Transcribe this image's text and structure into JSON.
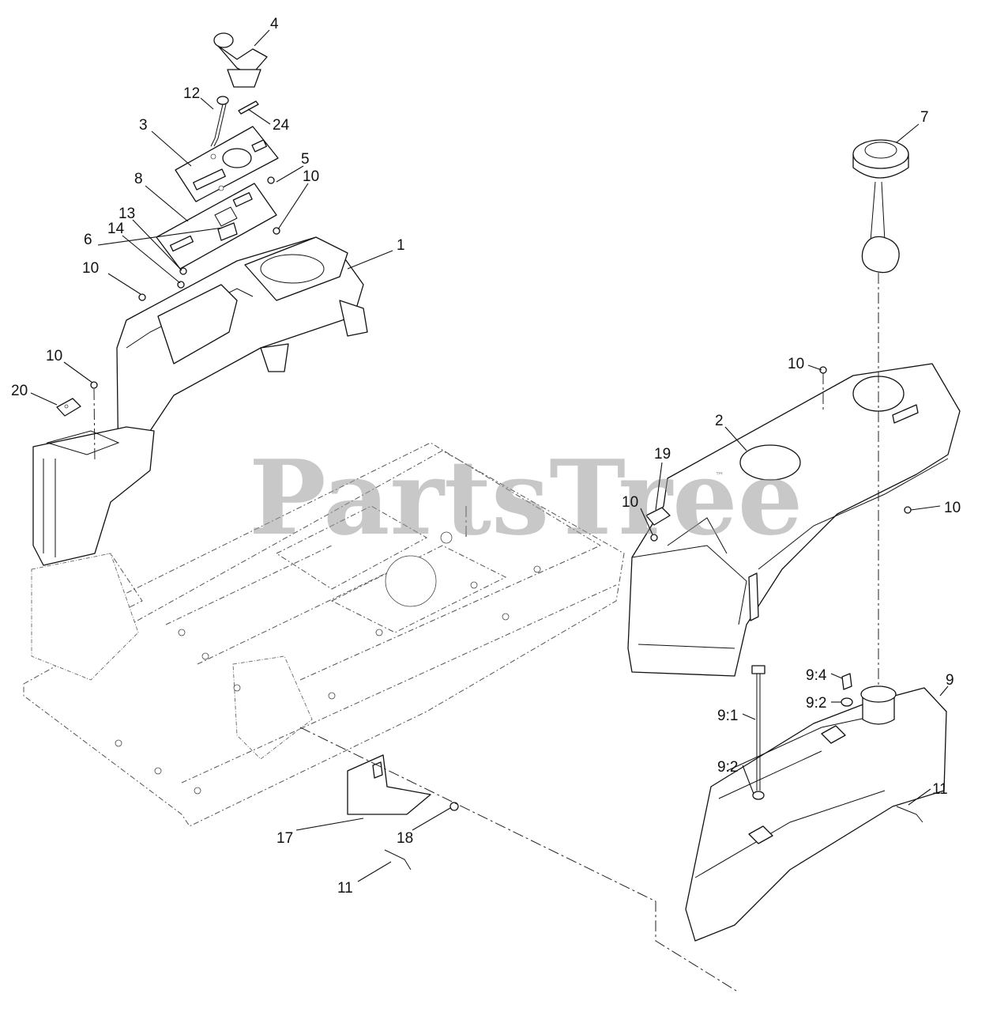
{
  "watermark": {
    "text": "PartsTree",
    "mark": "™"
  },
  "callouts": {
    "c4": "4",
    "c12": "12",
    "c24": "24",
    "c3": "3",
    "c5": "5",
    "c8": "8",
    "c10_top": "10",
    "c13": "13",
    "c14": "14",
    "c6": "6",
    "c1": "1",
    "c10_left": "10",
    "c10_left2": "10",
    "c20": "20",
    "c7": "7",
    "c10_right_top": "10",
    "c2": "2",
    "c19": "19",
    "c10_mid": "10",
    "c10_right": "10",
    "c9_4": "9:4",
    "c9": "9",
    "c9_2_top": "9:2",
    "c9_1": "9:1",
    "c9_2_bottom": "9:2",
    "c11_right": "11",
    "c17": "17",
    "c18": "18",
    "c11_left": "11"
  }
}
